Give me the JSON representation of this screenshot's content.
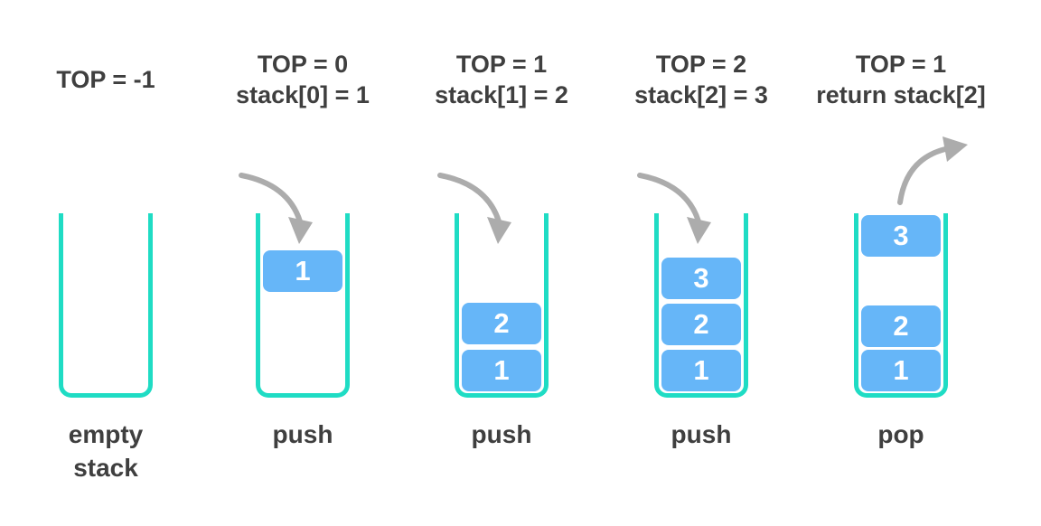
{
  "colors": {
    "bg": "#ffffff",
    "teal": "#1fdcc4",
    "block-blue": "#66b6f8",
    "arrow-gray": "#acacac",
    "text-dark": "#3f3f3f"
  },
  "stages": [
    {
      "name": "empty-stack",
      "header_lines": [
        "TOP = -1"
      ],
      "arrow": null,
      "blocks": [],
      "label": "empty stack"
    },
    {
      "name": "push-first-element",
      "header_lines": [
        "TOP = 0",
        "stack[0] = 1"
      ],
      "arrow": "push-arrow",
      "blocks": [
        {
          "value": "1"
        }
      ],
      "label": "push"
    },
    {
      "name": "push-second-element",
      "header_lines": [
        "TOP = 1",
        "stack[1] = 2"
      ],
      "arrow": "push-arrow",
      "blocks": [
        {
          "value": "2"
        },
        {
          "value": "1"
        }
      ],
      "label": "push"
    },
    {
      "name": "push-third-element",
      "header_lines": [
        "TOP = 2",
        "stack[2] = 3"
      ],
      "arrow": "push-arrow",
      "blocks": [
        {
          "value": "3"
        },
        {
          "value": "2"
        },
        {
          "value": "1"
        }
      ],
      "label": "push"
    },
    {
      "name": "pop-top-element",
      "header_lines": [
        "TOP = 1",
        "return stack[2]"
      ],
      "arrow": "pop-arrow",
      "blocks": [
        {
          "value": "3"
        },
        {
          "value": "2"
        },
        {
          "value": "1"
        }
      ],
      "label": "pop"
    }
  ]
}
